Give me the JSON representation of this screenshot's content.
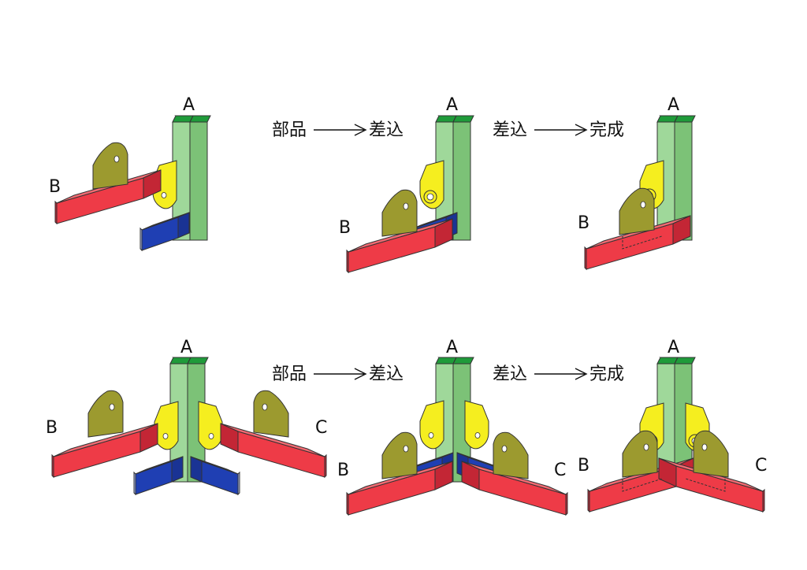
{
  "labels": {
    "a": "A",
    "b": "B",
    "c": "C"
  },
  "steps": {
    "parts": "部品",
    "insert": "差込",
    "complete": "完成"
  },
  "colors": {
    "green": "#9fd89a",
    "green_dark": "#7cc277",
    "green_top": "#1f9b3a",
    "red": "#ee3b47",
    "red_dark": "#c32635",
    "blue": "#1f3fb3",
    "blue_light": "#a9b9ee",
    "yellow": "#f5ee1f",
    "olive": "#9c9a2f",
    "outline": "#333333"
  }
}
